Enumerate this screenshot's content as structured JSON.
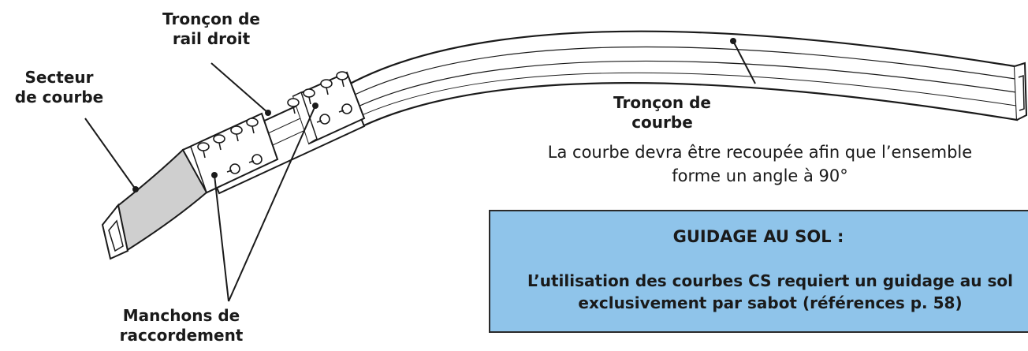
{
  "labels": {
    "straight_rail": [
      "Tronçon de",
      "rail droit"
    ],
    "curve_sector": [
      "Secteur",
      "de courbe"
    ],
    "sleeves": [
      "Manchons de",
      "raccordement"
    ],
    "curve_section": [
      "Tronçon de",
      "courbe"
    ]
  },
  "note": [
    "La courbe devra être recoupée afin que l’ensemble",
    "forme un angle à 90°"
  ],
  "info_box": {
    "title": "GUIDAGE AU SOL :",
    "lines": [
      "L’utilisation des courbes CS requiert un guidage au sol",
      "exclusivement par sabot (références p. 58)"
    ],
    "color": "#8fc4ea"
  }
}
